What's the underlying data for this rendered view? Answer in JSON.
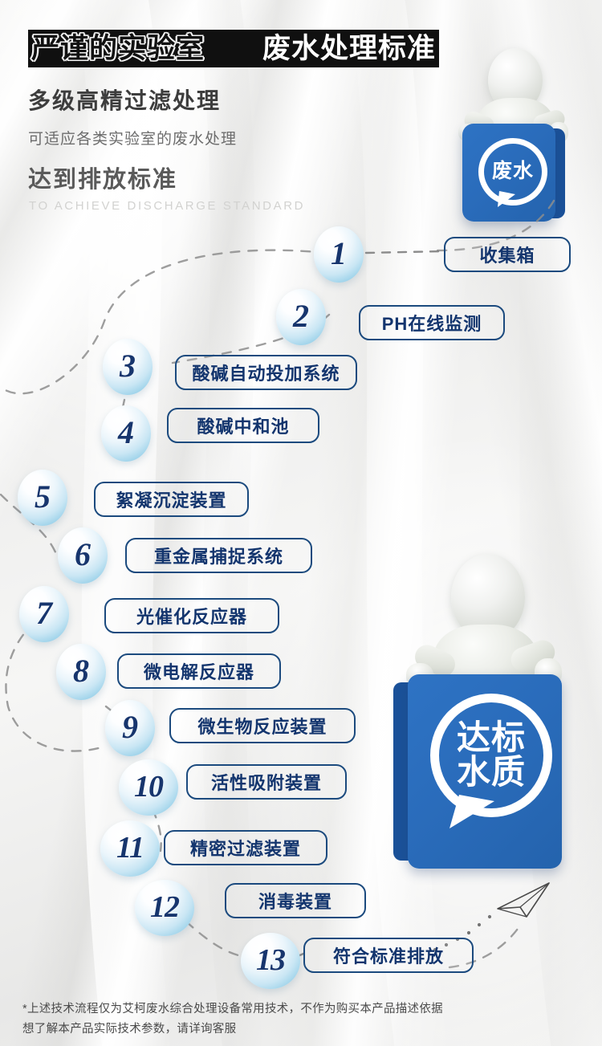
{
  "header": {
    "title_part1": "严谨的实验室",
    "title_part2": "废水处理标准",
    "subtitle_bold": "多级高精过滤处理",
    "subtitle_desc": "可适应各类实验室的废水处理",
    "subtitle_bold2": "达到排放标准",
    "subtitle_en": "TO ACHIEVE DISCHARGE STANDARD"
  },
  "badges": {
    "top": {
      "text": "废水",
      "icon": "speech-bubble-icon",
      "color": "#2a6cbb"
    },
    "bottom": {
      "line1": "达标",
      "line2": "水质",
      "icon": "speech-bubble-icon",
      "color": "#2a6cbb"
    }
  },
  "flow": {
    "steps": [
      {
        "num": "1",
        "label": "收集箱"
      },
      {
        "num": "2",
        "label": "PH在线监测"
      },
      {
        "num": "3",
        "label": "酸碱自动投加系统"
      },
      {
        "num": "4",
        "label": "酸碱中和池"
      },
      {
        "num": "5",
        "label": "絮凝沉淀装置"
      },
      {
        "num": "6",
        "label": "重金属捕捉系统"
      },
      {
        "num": "7",
        "label": "光催化反应器"
      },
      {
        "num": "8",
        "label": "微电解反应器"
      },
      {
        "num": "9",
        "label": "微生物反应装置"
      },
      {
        "num": "10",
        "label": "活性吸附装置"
      },
      {
        "num": "11",
        "label": "精密过滤装置"
      },
      {
        "num": "12",
        "label": "消毒装置"
      },
      {
        "num": "13",
        "label": "符合标准排放"
      }
    ]
  },
  "footer": {
    "line1": "*上述技术流程仅为艾柯废水综合处理设备常用技术，不作为购买本产品描述依据",
    "line2": "想了解本产品实际技术参数，请详询客服"
  },
  "colors": {
    "navy": "#13356e",
    "border_navy": "#1b4a7e",
    "brand_blue": "#2a6cbb",
    "ball_blue": "#96cfe8",
    "title_black": "#101010"
  }
}
